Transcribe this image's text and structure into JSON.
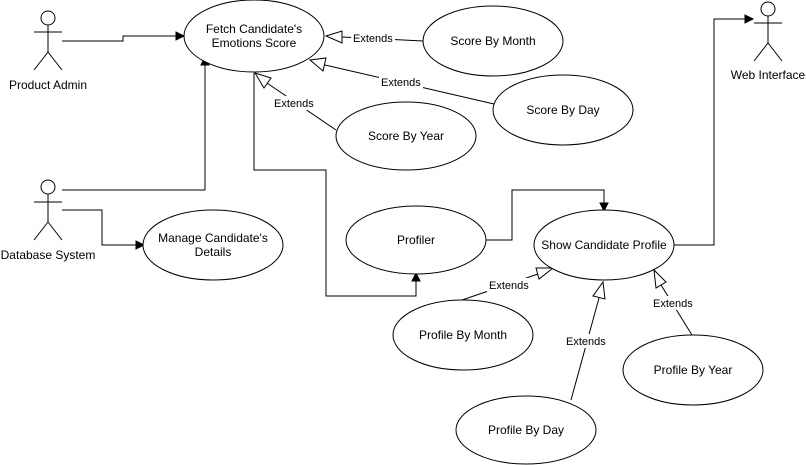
{
  "actors": {
    "product_admin": "Product Admin",
    "database_system": "Database System",
    "web_interface": "Web Interface"
  },
  "use_cases": {
    "fetch_line1": "Fetch Candidate's",
    "fetch_line2": "Emotions Score",
    "score_by_month": "Score By Month",
    "score_by_day": "Score By Day",
    "score_by_year": "Score By Year",
    "manage_line1": "Manage Candidate's",
    "manage_line2": "Details",
    "profiler": "Profiler",
    "show_profile": "Show Candidate Profile",
    "profile_by_month": "Profile By Month",
    "profile_by_day": "Profile By Day",
    "profile_by_year": "Profile By Year"
  },
  "relations": {
    "extends_score_month": "Extends",
    "extends_score_day": "Extends",
    "extends_score_year": "Extends",
    "extends_profile_month": "Extends",
    "extends_profile_day": "Extends",
    "extends_profile_year": "Extends"
  }
}
